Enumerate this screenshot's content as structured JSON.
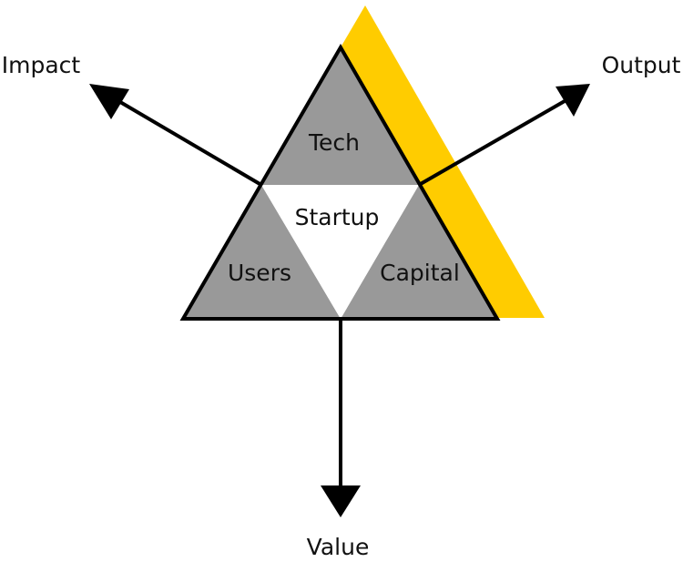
{
  "diagram": {
    "segments": {
      "top": "Tech",
      "center": "Startup",
      "bottom_left": "Users",
      "bottom_right": "Capital"
    },
    "outputs": {
      "top_left": "Impact",
      "top_right": "Output",
      "bottom": "Value"
    }
  },
  "colors": {
    "segment_fill": "#999999",
    "center_fill": "#ffffff",
    "shadow": "#ffcc00",
    "stroke": "#000000"
  }
}
